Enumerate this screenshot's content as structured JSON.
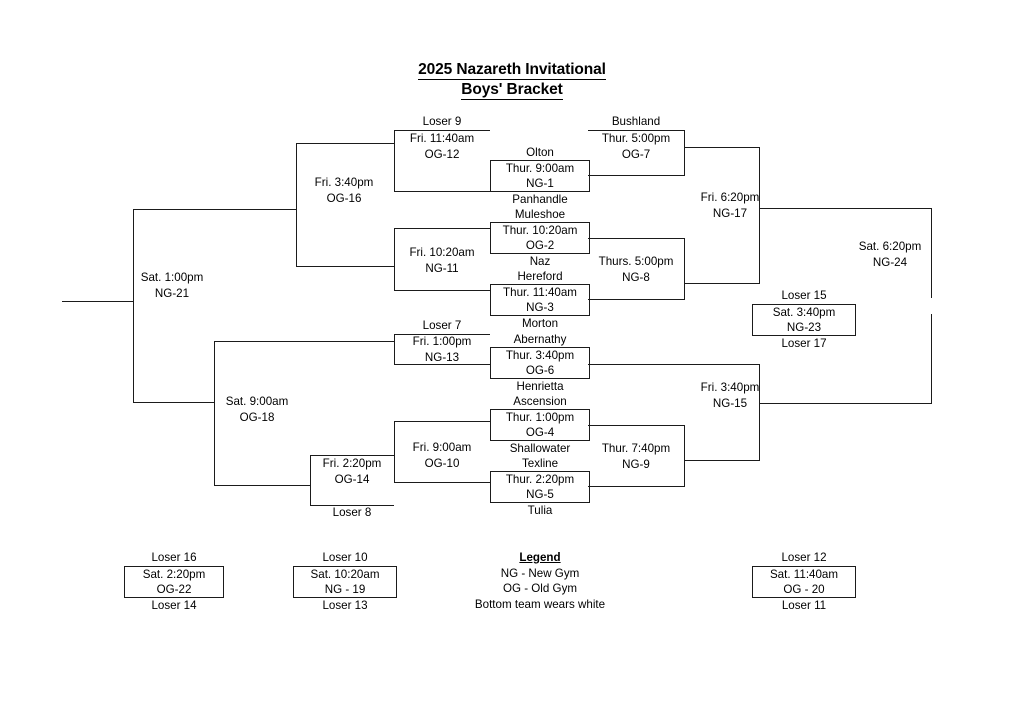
{
  "document": {
    "title_line1": "2025 Nazareth Invitational",
    "title_line2": "Boys' Bracket"
  },
  "legend": {
    "heading": "Legend",
    "lines": [
      "NG - New Gym",
      "OG - Old Gym",
      "Bottom team wears white"
    ]
  },
  "teams": {
    "olton": "Olton",
    "panhandle": "Panhandle",
    "muleshoe": "Muleshoe",
    "naz": "Naz",
    "hereford": "Hereford",
    "morton": "Morton",
    "abernathy": "Abernathy",
    "henrietta": "Henrietta",
    "ascension": "Ascension",
    "shallowater": "Shallowater",
    "texline": "Texline",
    "tulia": "Tulia",
    "bushland": "Bushland"
  },
  "feeders": {
    "loser9": "Loser 9",
    "loser7": "Loser 7",
    "loser8": "Loser 8",
    "loser15": "Loser 15",
    "loser17": "Loser 17"
  },
  "round1": [
    {
      "key": "ng1",
      "day": "Thur. 9:00am",
      "site": "NG-1",
      "top": "Olton",
      "bottom": "Panhandle"
    },
    {
      "key": "og2",
      "day": "Thur. 10:20am",
      "site": "OG-2",
      "top": "Muleshoe",
      "bottom": "Naz"
    },
    {
      "key": "ng3",
      "day": "Thur. 11:40am",
      "site": "NG-3",
      "top": "Hereford",
      "bottom": "Morton"
    },
    {
      "key": "og6",
      "day": "Thur. 3:40pm",
      "site": "OG-6",
      "top": "Abernathy",
      "bottom": "Henrietta"
    },
    {
      "key": "og4",
      "day": "Thur. 1:00pm",
      "site": "OG-4",
      "top": "Ascension",
      "bottom": "Shallowater"
    },
    {
      "key": "ng5",
      "day": "Thur. 2:20pm",
      "site": "NG-5",
      "top": "Texline",
      "bottom": "Tulia"
    }
  ],
  "winners_bracket": {
    "og7": {
      "day": "Thur. 5:00pm",
      "site": "OG-7",
      "feeder": "Bushland"
    },
    "ng8": {
      "day": "Thurs. 5:00pm",
      "site": "NG-8"
    },
    "ng9": {
      "day": "Thur. 7:40pm",
      "site": "NG-9"
    },
    "ng17": {
      "day": "Fri. 6:20pm",
      "site": "NG-17"
    },
    "ng15": {
      "day": "Fri. 3:40pm",
      "site": "NG-15"
    },
    "ng24": {
      "day": "Sat. 6:20pm",
      "site": "NG-24"
    }
  },
  "losers_bracket": {
    "og12": {
      "day": "Fri. 11:40am",
      "site": "OG-12",
      "feeder": "Loser 9"
    },
    "og16": {
      "day": "Fri. 3:40pm",
      "site": "OG-16"
    },
    "ng11": {
      "day": "Fri. 10:20am",
      "site": "NG-11"
    },
    "ng13": {
      "day": "Fri. 1:00pm",
      "site": "NG-13",
      "feeder": "Loser 7"
    },
    "og14": {
      "day": "Fri. 2:20pm",
      "site": "OG-14",
      "feeder": "Loser 8"
    },
    "og10": {
      "day": "Fri. 9:00am",
      "site": "OG-10"
    },
    "ng21": {
      "day": "Sat. 1:00pm",
      "site": "NG-21"
    },
    "og18": {
      "day": "Sat. 9:00am",
      "site": "OG-18"
    }
  },
  "placement_games": [
    {
      "key": "ng23",
      "cap": "Loser 15",
      "day": "Sat. 3:40pm",
      "site": "NG-23",
      "foot": "Loser 17"
    },
    {
      "key": "og22",
      "cap": "Loser 16",
      "day": "Sat. 2:20pm",
      "site": "OG-22",
      "foot": "Loser 14"
    },
    {
      "key": "ng19",
      "cap": "Loser 10",
      "day": "Sat. 10:20am",
      "site": "NG - 19",
      "foot": "Loser 13"
    },
    {
      "key": "og20",
      "cap": "Loser 12",
      "day": "Sat. 11:40am",
      "site": "OG - 20",
      "foot": "Loser 11"
    }
  ]
}
